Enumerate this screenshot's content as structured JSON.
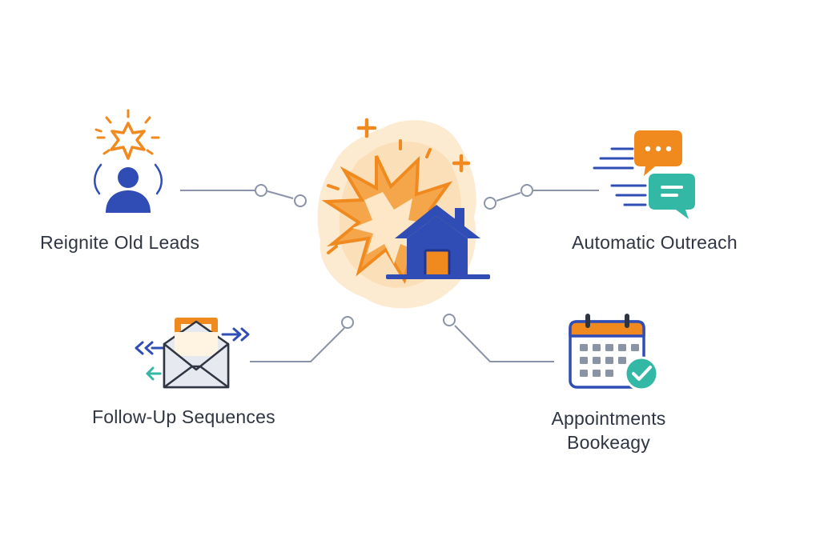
{
  "diagram": {
    "center": {
      "icon": "house-burst-icon"
    },
    "features": [
      {
        "id": "reignite",
        "label": "Reignite Old Leads",
        "icon": "person-spark-icon"
      },
      {
        "id": "outreach",
        "label": "Automatic Outreach",
        "icon": "chat-bubbles-icon"
      },
      {
        "id": "followup",
        "label": "Follow-Up Sequences",
        "icon": "envelope-arrows-icon"
      },
      {
        "id": "appointments",
        "label_line1": "Appointments",
        "label_line2": "Bookeagy",
        "icon": "calendar-check-icon"
      }
    ]
  },
  "colors": {
    "navy": "#2f4db5",
    "orange": "#f08a1e",
    "teal": "#33b8a5",
    "connector": "#8a93a8",
    "label": "#2f3542"
  }
}
